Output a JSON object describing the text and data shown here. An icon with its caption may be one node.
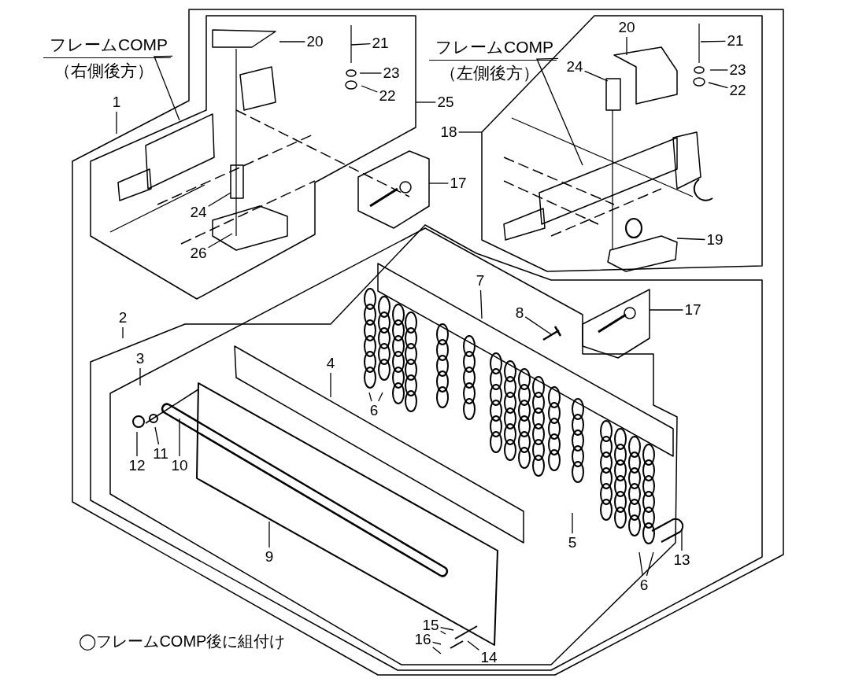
{
  "diagram": {
    "nodes": [
      {
        "text": [
          "フレームCOMP",
          "（右側後方）"
        ]
      },
      {
        "text": [
          "20"
        ]
      },
      {
        "text": [
          "21"
        ]
      },
      {
        "text": [
          "23"
        ]
      },
      {
        "text": [
          "22"
        ]
      },
      {
        "text": [
          "25"
        ]
      },
      {
        "text": [
          "フレームCOMP",
          "（左側後方）"
        ]
      },
      {
        "text": [
          "20"
        ]
      },
      {
        "text": [
          "21"
        ]
      },
      {
        "text": [
          "1"
        ]
      },
      {
        "text": [
          "24"
        ]
      },
      {
        "text": [
          "23"
        ]
      },
      {
        "text": [
          "22"
        ]
      },
      {
        "text": [
          "18"
        ]
      },
      {
        "text": [
          "17"
        ]
      },
      {
        "text": [
          "24"
        ]
      },
      {
        "text": [
          "26"
        ]
      },
      {
        "text": [
          "19"
        ]
      },
      {
        "text": [
          "7"
        ]
      },
      {
        "text": [
          "17"
        ]
      },
      {
        "text": [
          "2"
        ]
      },
      {
        "text": [
          "8"
        ]
      },
      {
        "text": [
          "3"
        ]
      },
      {
        "text": [
          "4"
        ]
      },
      {
        "text": [
          "6"
        ]
      },
      {
        "text": [
          "12"
        ]
      },
      {
        "text": [
          "11"
        ]
      },
      {
        "text": [
          "10"
        ]
      },
      {
        "text": [
          "9"
        ]
      },
      {
        "text": [
          "5"
        ]
      },
      {
        "text": [
          "13"
        ]
      },
      {
        "text": [
          "6"
        ]
      },
      {
        "text": [
          "15"
        ]
      },
      {
        "text": [
          "16"
        ]
      },
      {
        "text": [
          "14"
        ]
      }
    ],
    "edges": [
      {
        "from": 0,
        "to": null,
        "arrow": "none"
      },
      {
        "from": 1,
        "to": null,
        "arrow": "none"
      },
      {
        "from": 2,
        "to": null,
        "arrow": "none"
      },
      {
        "from": 3,
        "to": null,
        "arrow": "none"
      },
      {
        "from": 4,
        "to": null,
        "arrow": "none"
      },
      {
        "from": 5,
        "to": null,
        "arrow": "none"
      },
      {
        "from": 6,
        "to": null,
        "arrow": "none"
      },
      {
        "from": 7,
        "to": null,
        "arrow": "none"
      },
      {
        "from": 8,
        "to": null,
        "arrow": "none"
      },
      {
        "from": 9,
        "to": null,
        "arrow": "none"
      },
      {
        "from": 10,
        "to": null,
        "arrow": "none"
      },
      {
        "from": 11,
        "to": null,
        "arrow": "none"
      },
      {
        "from": 12,
        "to": null,
        "arrow": "none"
      },
      {
        "from": 13,
        "to": null,
        "arrow": "none"
      },
      {
        "from": 14,
        "to": null,
        "arrow": "none"
      },
      {
        "from": 15,
        "to": null,
        "arrow": "none"
      },
      {
        "from": 16,
        "to": null,
        "arrow": "none"
      },
      {
        "from": 17,
        "to": null,
        "arrow": "none"
      },
      {
        "from": 18,
        "to": null,
        "arrow": "none"
      },
      {
        "from": 19,
        "to": null,
        "arrow": "none"
      },
      {
        "from": 20,
        "to": null,
        "arrow": "none"
      },
      {
        "from": 21,
        "to": null,
        "arrow": "none"
      },
      {
        "from": 22,
        "to": null,
        "arrow": "none"
      },
      {
        "from": 23,
        "to": null,
        "arrow": "none"
      },
      {
        "from": 24,
        "to": null,
        "arrow": "none"
      },
      {
        "from": 24,
        "to": null,
        "arrow": "none"
      },
      {
        "from": 25,
        "to": null,
        "arrow": "none"
      },
      {
        "from": 26,
        "to": null,
        "arrow": "none"
      },
      {
        "from": 27,
        "to": null,
        "arrow": "none"
      },
      {
        "from": 28,
        "to": null,
        "arrow": "none"
      },
      {
        "from": 29,
        "to": null,
        "arrow": "none"
      },
      {
        "from": 30,
        "to": null,
        "arrow": "none"
      },
      {
        "from": 31,
        "to": null,
        "arrow": "none"
      },
      {
        "from": 31,
        "to": null,
        "arrow": "none"
      },
      {
        "from": 32,
        "to": null,
        "arrow": "none"
      },
      {
        "from": 32,
        "to": null,
        "arrow": "none"
      },
      {
        "from": 33,
        "to": null,
        "arrow": "none"
      },
      {
        "from": 33,
        "to": null,
        "arrow": "none"
      },
      {
        "from": 34,
        "to": null,
        "arrow": "none"
      }
    ],
    "labels": [
      "◯フレームCOMP後に組付け"
    ]
  }
}
